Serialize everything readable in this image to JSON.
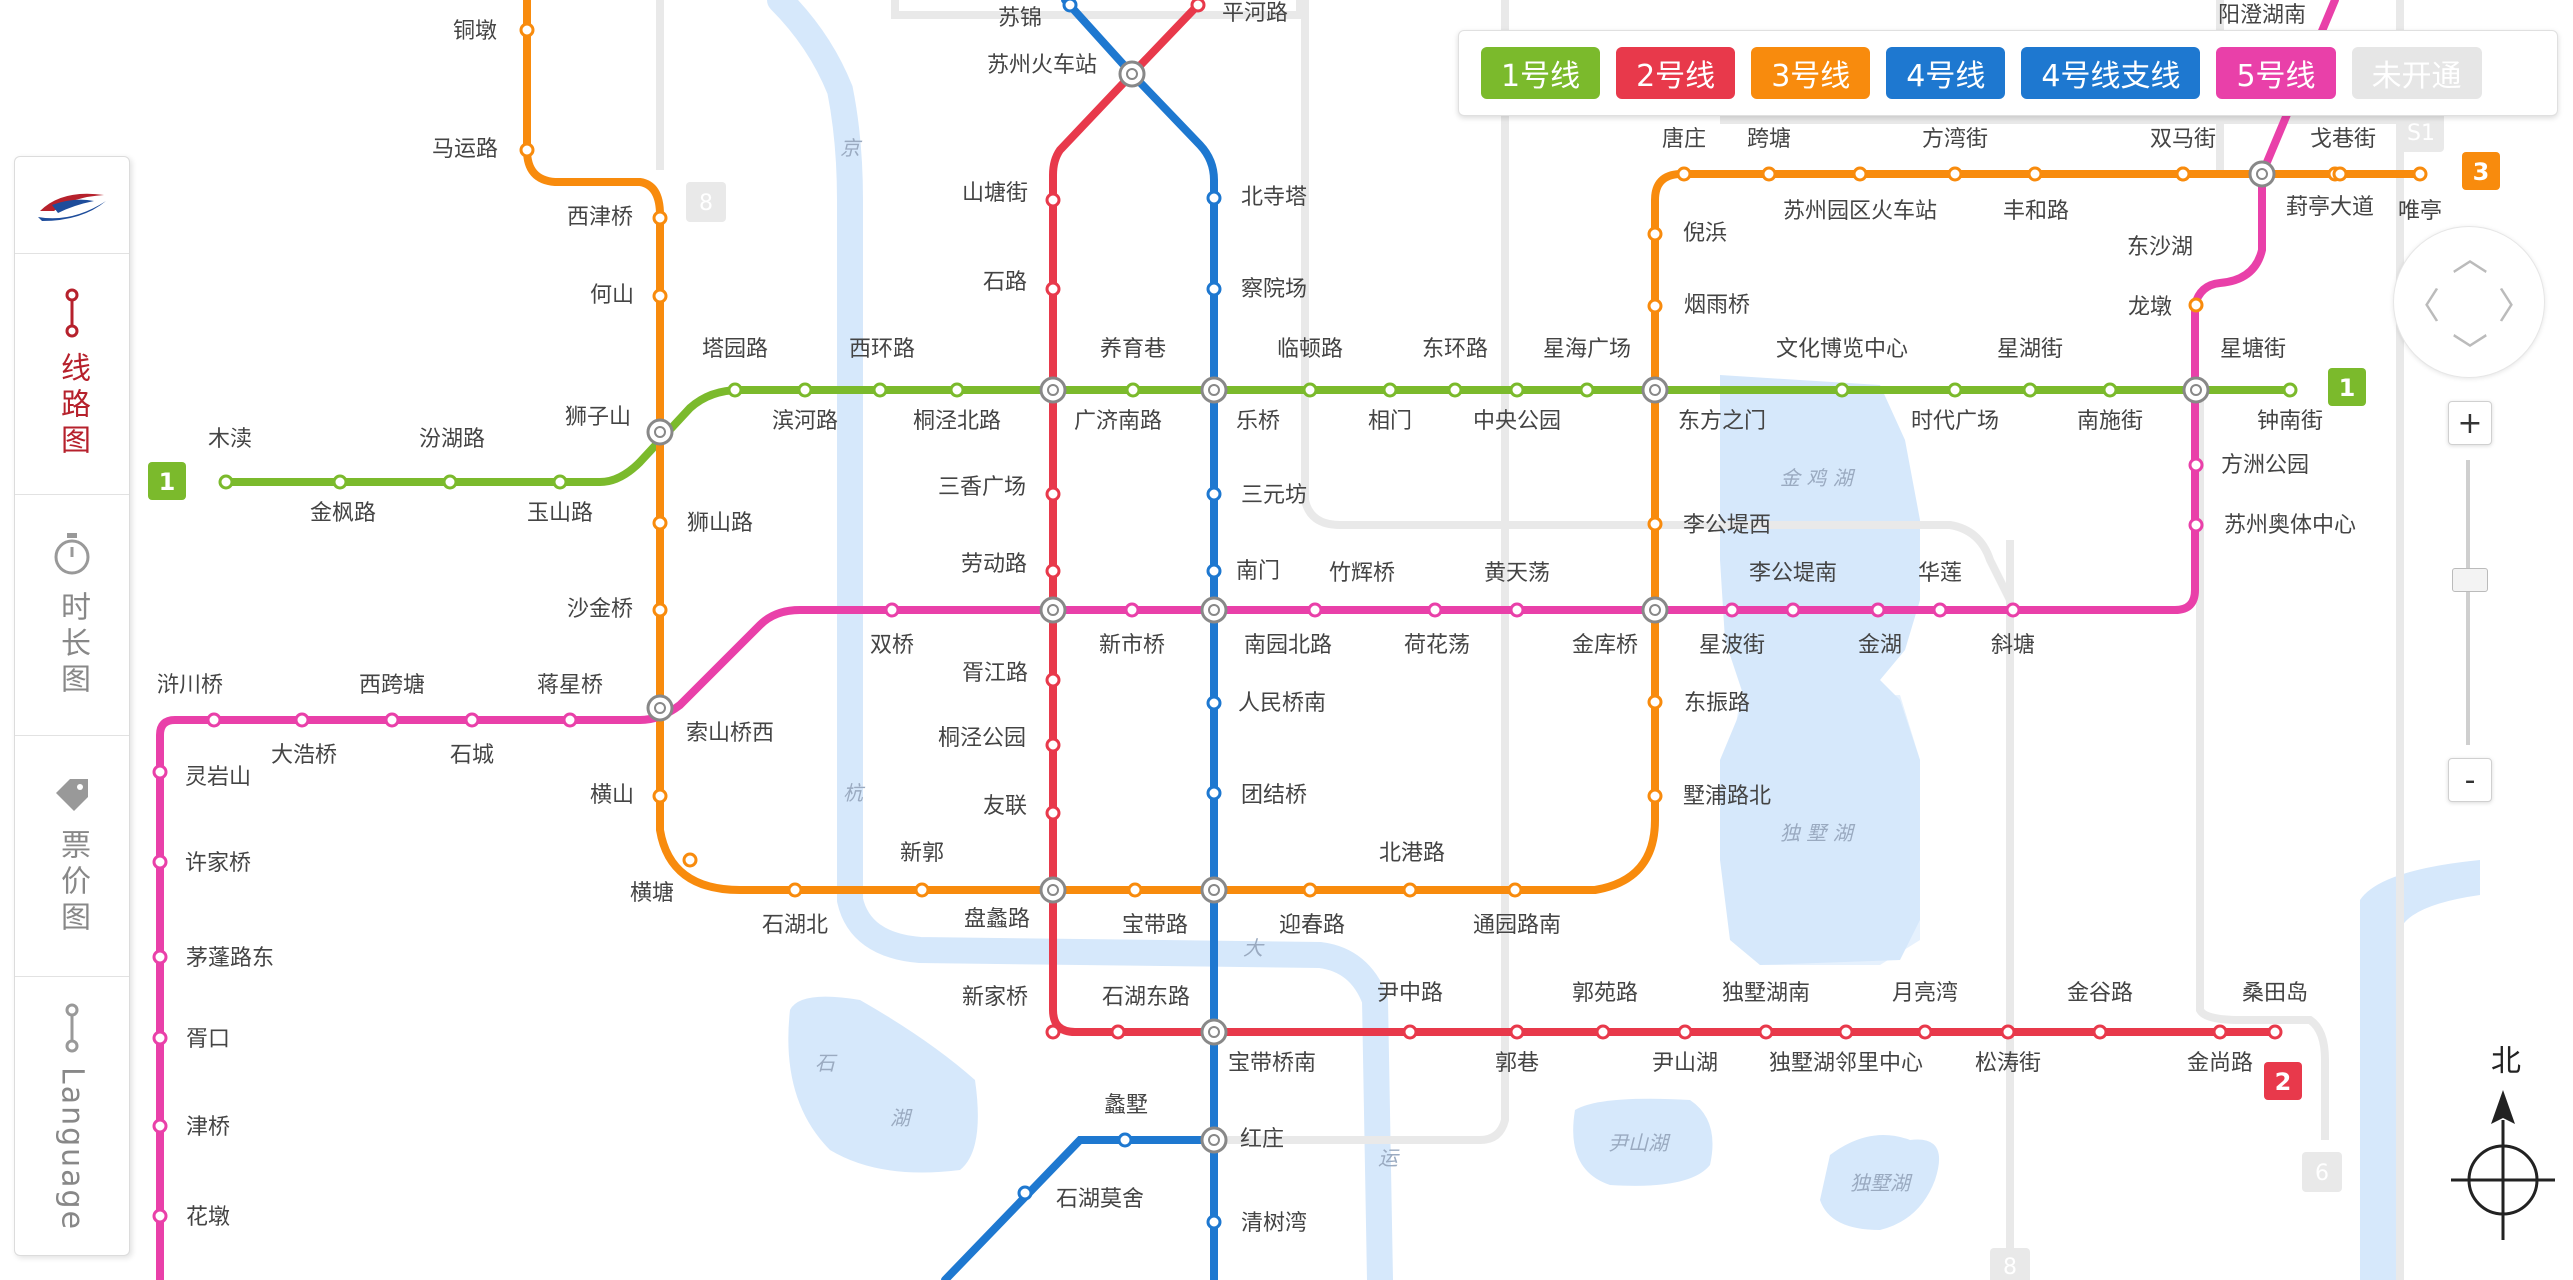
{
  "sidebar": {
    "logo": "suzhou-metro-logo",
    "items": [
      {
        "label": "线路图",
        "icon": "route-icon",
        "active": true
      },
      {
        "label": "时长图",
        "icon": "stopwatch-icon",
        "active": false
      },
      {
        "label": "票价图",
        "icon": "price-tag-icon",
        "active": false
      },
      {
        "label": "Language",
        "icon": "language-icon",
        "active": false
      }
    ]
  },
  "legend": [
    {
      "label": "1号线",
      "color": "#7bba2c"
    },
    {
      "label": "2号线",
      "color": "#e8394b"
    },
    {
      "label": "3号线",
      "color": "#f88b0d"
    },
    {
      "label": "4号线",
      "color": "#1e78d0"
    },
    {
      "label": "4号线支线",
      "color": "#1e78d0"
    },
    {
      "label": "5号线",
      "color": "#e940a9"
    },
    {
      "label": "未开通",
      "color": "#e6e6e6"
    }
  ],
  "line_badges": [
    {
      "text": "1",
      "color": "#7bba2c"
    },
    {
      "text": "1",
      "color": "#7bba2c"
    },
    {
      "text": "3",
      "color": "#f88b0d"
    },
    {
      "text": "2",
      "color": "#e8394b"
    }
  ],
  "future_badges": [
    "8",
    "S1",
    "6",
    "8"
  ],
  "lake_labels": [
    "金 鸡 湖",
    "独 墅 湖",
    "尹山湖",
    "石",
    "湖",
    "独墅湖",
    "京",
    "杭",
    "大",
    "运"
  ],
  "stations": {
    "line1": [
      "木渎",
      "金枫路",
      "汾湖路",
      "玉山路",
      "狮子山",
      "塔园路",
      "滨河路",
      "西环路",
      "桐泾北路",
      "广济南路",
      "养育巷",
      "乐桥",
      "临顿路",
      "相门",
      "东环路",
      "中央公园",
      "星海广场",
      "东方之门",
      "文化博览中心",
      "时代广场",
      "星湖街",
      "南施街",
      "星塘街",
      "钟南街"
    ],
    "line2": [
      "平河路",
      "苏州火车站",
      "山塘街",
      "石路",
      "三香广场",
      "劳动路",
      "胥江路",
      "桐泾公园",
      "友联",
      "盘蠡路",
      "新家桥",
      "石湖东路",
      "宝带桥南",
      "尹中路",
      "郭巷",
      "郭苑路",
      "尹山湖",
      "独墅湖南",
      "独墅湖邻里中心",
      "月亮湾",
      "松涛街",
      "金谷路",
      "金尚路",
      "桑田岛"
    ],
    "line3": [
      "铜墩",
      "马运路",
      "西津桥",
      "何山",
      "狮山路",
      "沙金桥",
      "索山桥西",
      "横山",
      "横塘",
      "石湖北",
      "新郭",
      "宝带路",
      "迎春路",
      "北港路",
      "通园路南",
      "墅浦路北",
      "东振路",
      "李公堤西",
      "倪浜",
      "烟雨桥",
      "唐庄",
      "跨塘",
      "苏州园区火车站",
      "方湾街",
      "丰和路",
      "双马街",
      "东沙湖",
      "葑亭大道",
      "戈巷街",
      "唯亭",
      "龙墩",
      "阳澄湖南"
    ],
    "line4": [
      "苏锦",
      "北寺塔",
      "察院场",
      "三元坊",
      "南门",
      "南园北路",
      "人民桥南",
      "团结桥",
      "红庄",
      "清树湾",
      "蠡墅",
      "石湖莫舍"
    ],
    "line5": [
      "浒川桥",
      "灵岩山",
      "大浩桥",
      "西跨塘",
      "石城",
      "蒋星桥",
      "许家桥",
      "茅蓬路东",
      "胥口",
      "津桥",
      "花墩",
      "双桥",
      "新市桥",
      "竹辉桥",
      "荷花荡",
      "黄天荡",
      "金库桥",
      "李公堤南",
      "星波街",
      "金湖",
      "华莲",
      "斜塘",
      "方洲公园",
      "苏州奥体中心"
    ]
  },
  "controls": {
    "zoom_in": "+",
    "zoom_out": "-",
    "north": "北"
  }
}
